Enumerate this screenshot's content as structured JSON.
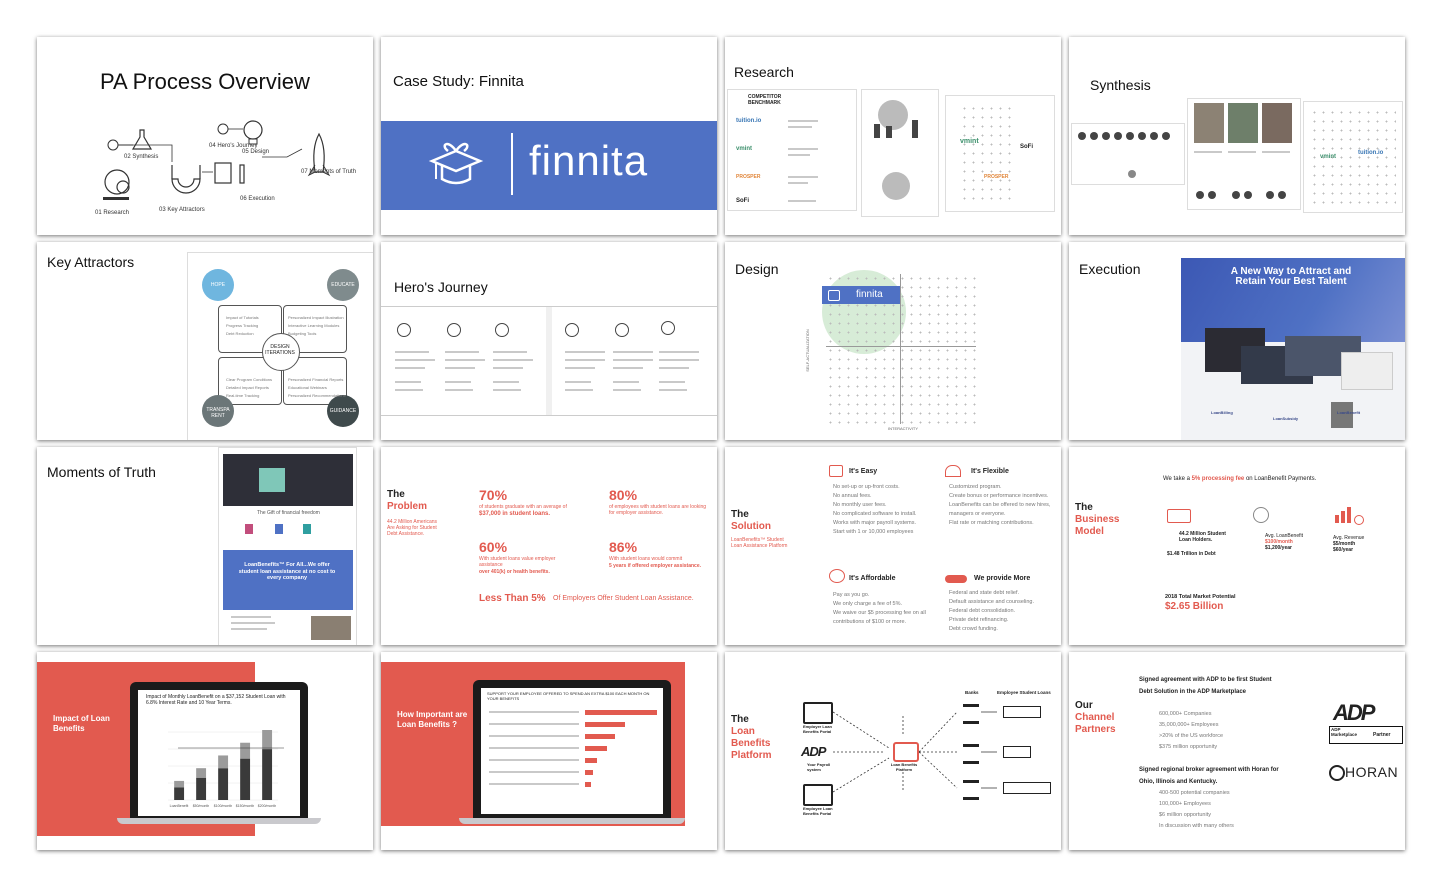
{
  "slides": {
    "s1": {
      "title": "PA Process Overview",
      "labels": [
        "01 Research",
        "02 Synthesis",
        "03 Key Attractors",
        "04 Hero's Journey",
        "05 Design",
        "06 Execution",
        "07 Moments of Truth"
      ]
    },
    "s2": {
      "title": "Case Study: Finnita",
      "brand": "finnita",
      "brand_color": "#4f71c4"
    },
    "s3": {
      "title": "Research",
      "header": "COMPETITOR BENCHMARK",
      "brands": [
        "tuition.io",
        "vmint",
        "PROSPER",
        "SoFi"
      ]
    },
    "s4": {
      "title": "Synthesis",
      "brands": [
        "vmint",
        "tuition.io"
      ]
    },
    "s5": {
      "title": "Key Attractors",
      "center": "DESIGN ITERATIONS",
      "corners": [
        "HOPE",
        "EDUCATE",
        "TRANSPARENT",
        "GUIDANCE"
      ],
      "q1": [
        "Impact of Tutorials",
        "Progress Tracking",
        "Debt Reduction"
      ],
      "q2": [
        "Personalized Impact Illustration",
        "Interactive Learning Modules",
        "Budgeting Tools"
      ],
      "q3": [
        "Clear Program Conditions",
        "Detailed Impact Reports",
        "Real-time Tracking"
      ],
      "q4": [
        "Personalized Financial Reports",
        "Educational Webinars",
        "Personalized Recommendations"
      ]
    },
    "s6": {
      "title": "Hero's Journey"
    },
    "s7": {
      "title": "Design",
      "brand": "finnita",
      "y_axis": "SELF-ACTUALIZATION",
      "x_axis": "INTERACTIVITY"
    },
    "s8": {
      "title": "Execution",
      "headline": "A New Way to Attract and Retain Your Best Talent",
      "products": [
        "LoanBilling",
        "LoanSubsidy",
        "LoanBenefit"
      ]
    },
    "s9": {
      "title": "Moments of Truth",
      "hero_text": "LoanBenefits™ For All...We offer student loan assistance at no cost to every company",
      "tag": "The Gift of financial freedom"
    },
    "s10": {
      "head1": "The",
      "head2": "Problem",
      "sub": "44.2 Million Americans Are Asking for Student Debt Assistance.",
      "stats": [
        {
          "pct": "70%",
          "text": "of students graduate with an average of",
          "hl": "$37,000 in student loans."
        },
        {
          "pct": "80%",
          "text": "of employees with student loans are looking for employer assistance.",
          "hl": ""
        },
        {
          "pct": "60%",
          "text": "With student loans value employer assistance",
          "hl": "over 401(k) or health benefits."
        },
        {
          "pct": "86%",
          "text": "With student loans would commit",
          "hl": "5 years if offered employer assistance."
        }
      ],
      "footer_red": "Less Than 5%",
      "footer": "Of Employers Offer Student Loan Assistance."
    },
    "s11": {
      "head1": "The",
      "head2": "Solution",
      "sub": "LoanBenefits™ Student Loan Assistance Platform",
      "easy": {
        "h": "It's Easy",
        "items": [
          "No set-up or up-front costs.",
          "No annual fees.",
          "No monthly user fees.",
          "No complicated software to install.",
          "Works with major payroll systems.",
          "Start with 1 or 10,000 employees"
        ]
      },
      "flex": {
        "h": "It's Flexible",
        "items": [
          "Customized program.",
          "Create bonus or performance incentives.",
          "LoanBenefits can be offered to new hires, managers or everyone.",
          "Flat rate or matching contributions."
        ]
      },
      "afford": {
        "h": "It's Affordable",
        "items": [
          "Pay as you go.",
          "We only charge a fee of 5%.",
          "We waive our $5 processing fee on all contributions of $100 or more."
        ]
      },
      "more": {
        "h": "We provide More",
        "items": [
          "Federal and state debt relief.",
          "Default assistance and counseling.",
          "Federal debt consolidation.",
          "Private debt refinancing.",
          "Debt crowd funding."
        ]
      }
    },
    "s12": {
      "head1": "The",
      "head2": "Business",
      "head3": "Model",
      "top": "We take a",
      "top_red": "5% processing fee",
      "top2": "on LoanBenefit Payments.",
      "c1": [
        "44.2 Million Student Loan Holders.",
        "$1.48 Trillion in Debt"
      ],
      "c2": [
        "Avg. LoanBenefit",
        "$100/month",
        "$1,200/year"
      ],
      "c3": [
        "Avg. Revenue",
        "$5/month",
        "$60/year"
      ],
      "market": "2018 Total Market Potential",
      "market_value": "$2.65 Billion"
    },
    "s13": {
      "title": "Impact of Loan Benefits",
      "headline": "Impact of Monthly LoanBenefit on a $37,152 Student Loan with 6.8% Interest Rate and 10 Year Terms."
    },
    "s14": {
      "title": "How Important are Loan Benefits ?",
      "headline": "SUPPORT YOUR EMPLOYEE OFFERED TO SPEND AN EXTRA $100 EACH MONTH ON YOUR BENEFITS"
    },
    "s15": {
      "head1": "The",
      "head2": "Loan",
      "head3": "Benefits",
      "head4": "Platform",
      "left": [
        "Employer Loan Benefits Portal",
        "Your Payroll system",
        "Employee Loan Benefits Portal"
      ],
      "center": "Loan Benefits Platform",
      "cols": [
        "Banks",
        "Employee Student Loans"
      ]
    },
    "s16": {
      "head1": "Our",
      "head2": "Channel",
      "head3": "Partners",
      "p1": "Signed agreement with ADP to be first Student Debt Solution in the ADP Marketplace",
      "p1_items": [
        "600,000+ Companies",
        "35,000,000+ Employees",
        ">20% of the US workforce",
        "$375 million opportunity"
      ],
      "p2": "Signed regional broker agreement with Horan for Ohio, Illinois and Kentucky.",
      "p2_items": [
        "400-500 potential companies",
        "100,000+ Employees",
        "$6 million opportunity",
        "In discussion with many others"
      ],
      "adp": "ADP",
      "adp_sub": "ADP Marketplace",
      "adp_partner": "Partner",
      "horan": "HORAN"
    }
  },
  "chart_data": {
    "type": "bar",
    "categories": [
      "LoanBenefit",
      "$50/month",
      "$100/month",
      "$150/month",
      "$200/month"
    ],
    "series": [
      {
        "values": [
          4,
          7,
          10,
          13,
          16
        ]
      },
      {
        "values": [
          2,
          3,
          4,
          5,
          6
        ]
      }
    ]
  },
  "colors": {
    "accent": "#e25a4f",
    "brand": "#4f71c4",
    "dark": "#3f4a4c",
    "teal": "#4aa3c4"
  }
}
